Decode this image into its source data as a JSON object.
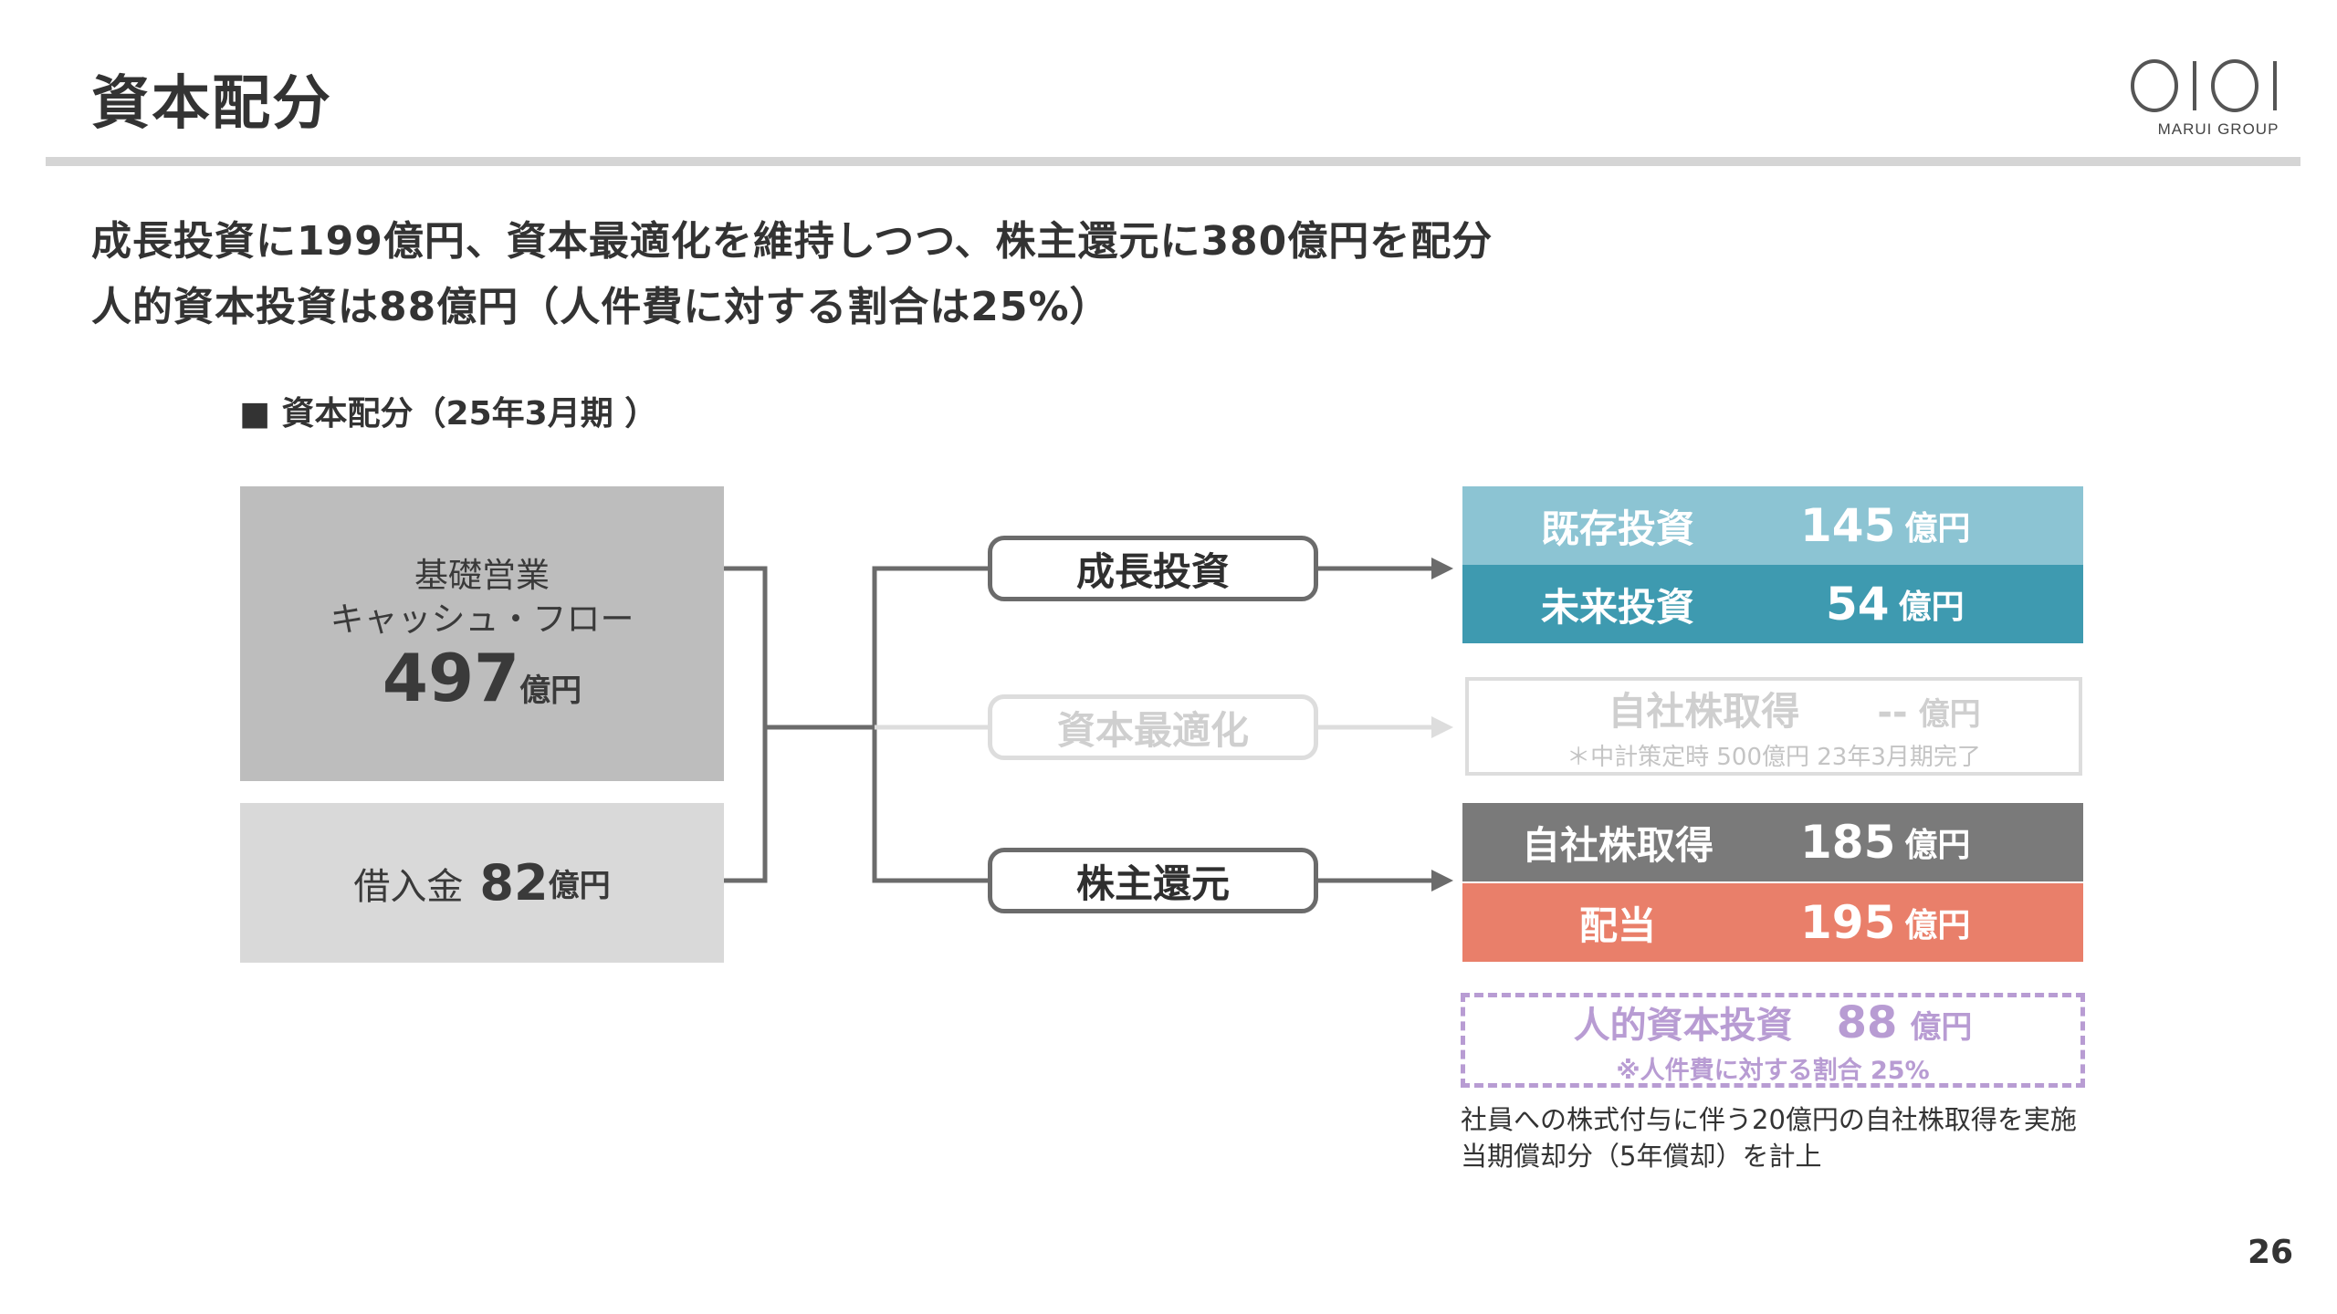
{
  "page_title": "資本配分",
  "logo": {
    "text": "MARUI GROUP"
  },
  "headline": {
    "line1": "成長投資に199億円、資本最適化を維持しつつ、株主還元に380億円を配分",
    "line2": "人的資本投資は88億円（人件費に対する割合は25%）"
  },
  "section_title": "■ 資本配分（25年3月期 ）",
  "sources": {
    "cash_flow": {
      "label_line1": "基礎営業",
      "label_line2": "キャッシュ・フロー",
      "value": "497",
      "unit": "億円"
    },
    "borrowing": {
      "label": "借入金",
      "value": "82",
      "unit": "億円"
    }
  },
  "uses": {
    "growth": "成長投資",
    "capital_opt": "資本最適化",
    "shareholder": "株主還元"
  },
  "allocations": {
    "existing": {
      "label": "既存投資",
      "value": "145",
      "unit": "億円"
    },
    "future": {
      "label": "未来投資",
      "value": "54",
      "unit": "億円"
    },
    "buyback_opt": {
      "label": "自社株取得",
      "value": "--",
      "unit": "億円",
      "note": "＊中計策定時 500億円 23年3月期完了"
    },
    "buyback": {
      "label": "自社株取得",
      "value": "185",
      "unit": "億円"
    },
    "dividend": {
      "label": "配当",
      "value": "195",
      "unit": "億円"
    },
    "human_capital": {
      "label": "人的資本投資",
      "value": "88",
      "unit": "億円",
      "note": "※人件費に対する割合 25%"
    }
  },
  "footnote": {
    "line1": "社員への株式付与に伴う20億円の自社株取得を実施",
    "line2": "当期償却分（5年償却）を計上"
  },
  "page_number": "26",
  "colors": {
    "existing": "#8cc4d3",
    "future": "#3e9ab0",
    "buyback": "#7a7a7a",
    "dividend": "#e97f6a",
    "human_capital": "#b89cd3",
    "faded": "#dddddd"
  }
}
